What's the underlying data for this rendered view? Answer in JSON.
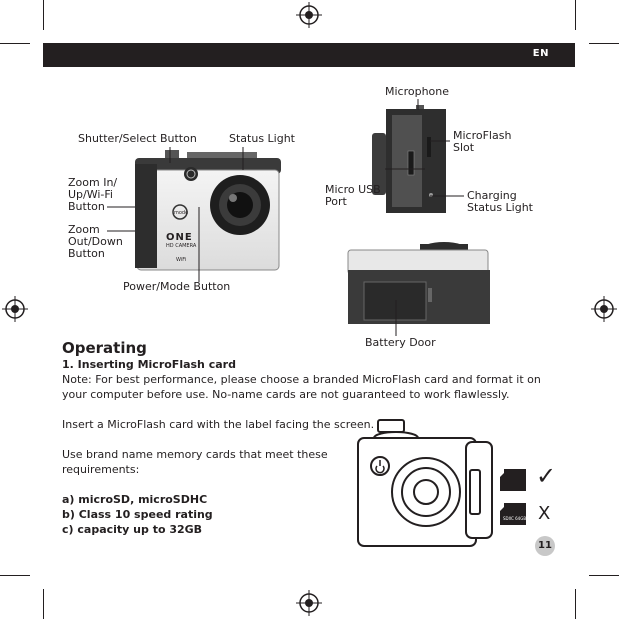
{
  "header": {
    "language": "EN"
  },
  "callouts": {
    "microphone": "Microphone",
    "shutter_select": "Shutter/Select Button",
    "status_light": "Status Light",
    "microflash_slot": "MicroFlash\nSlot",
    "zoom_in": "Zoom In/\nUp/Wi-Fi\nButton",
    "zoom_out": "Zoom\nOut/Down\nButton",
    "micro_usb": "Micro USB\nPort",
    "charging_status": "Charging\nStatus Light",
    "power_mode": "Power/Mode Button",
    "battery_door": "Battery Door"
  },
  "camera_branding": {
    "brand": "ONE",
    "model": "HD CAMERA",
    "wifi": "WiFi",
    "mode": "mode"
  },
  "section": {
    "title": "Operating",
    "subtitle": "1. Inserting MicroFlash card",
    "note_line1": "Note: For best performance, please choose a branded MicroFlash card and format it on",
    "note_line2": "your computer before use. No-name cards are not guaranteed to work flawlessly.",
    "insert": "Insert a MicroFlash card with the label facing the screen.",
    "use_line1": "Use brand name memory cards that meet these",
    "use_line2": "requirements:",
    "req_a": "a) microSD, microSDHC",
    "req_b": "b) Class 10 speed rating",
    "req_c": "c) capacity up to 32GB"
  },
  "card_icons": {
    "accepted_mark": "✓",
    "rejected_mark": "X",
    "rejected_card_text": "SDXC 64GB"
  },
  "page_number": "11"
}
